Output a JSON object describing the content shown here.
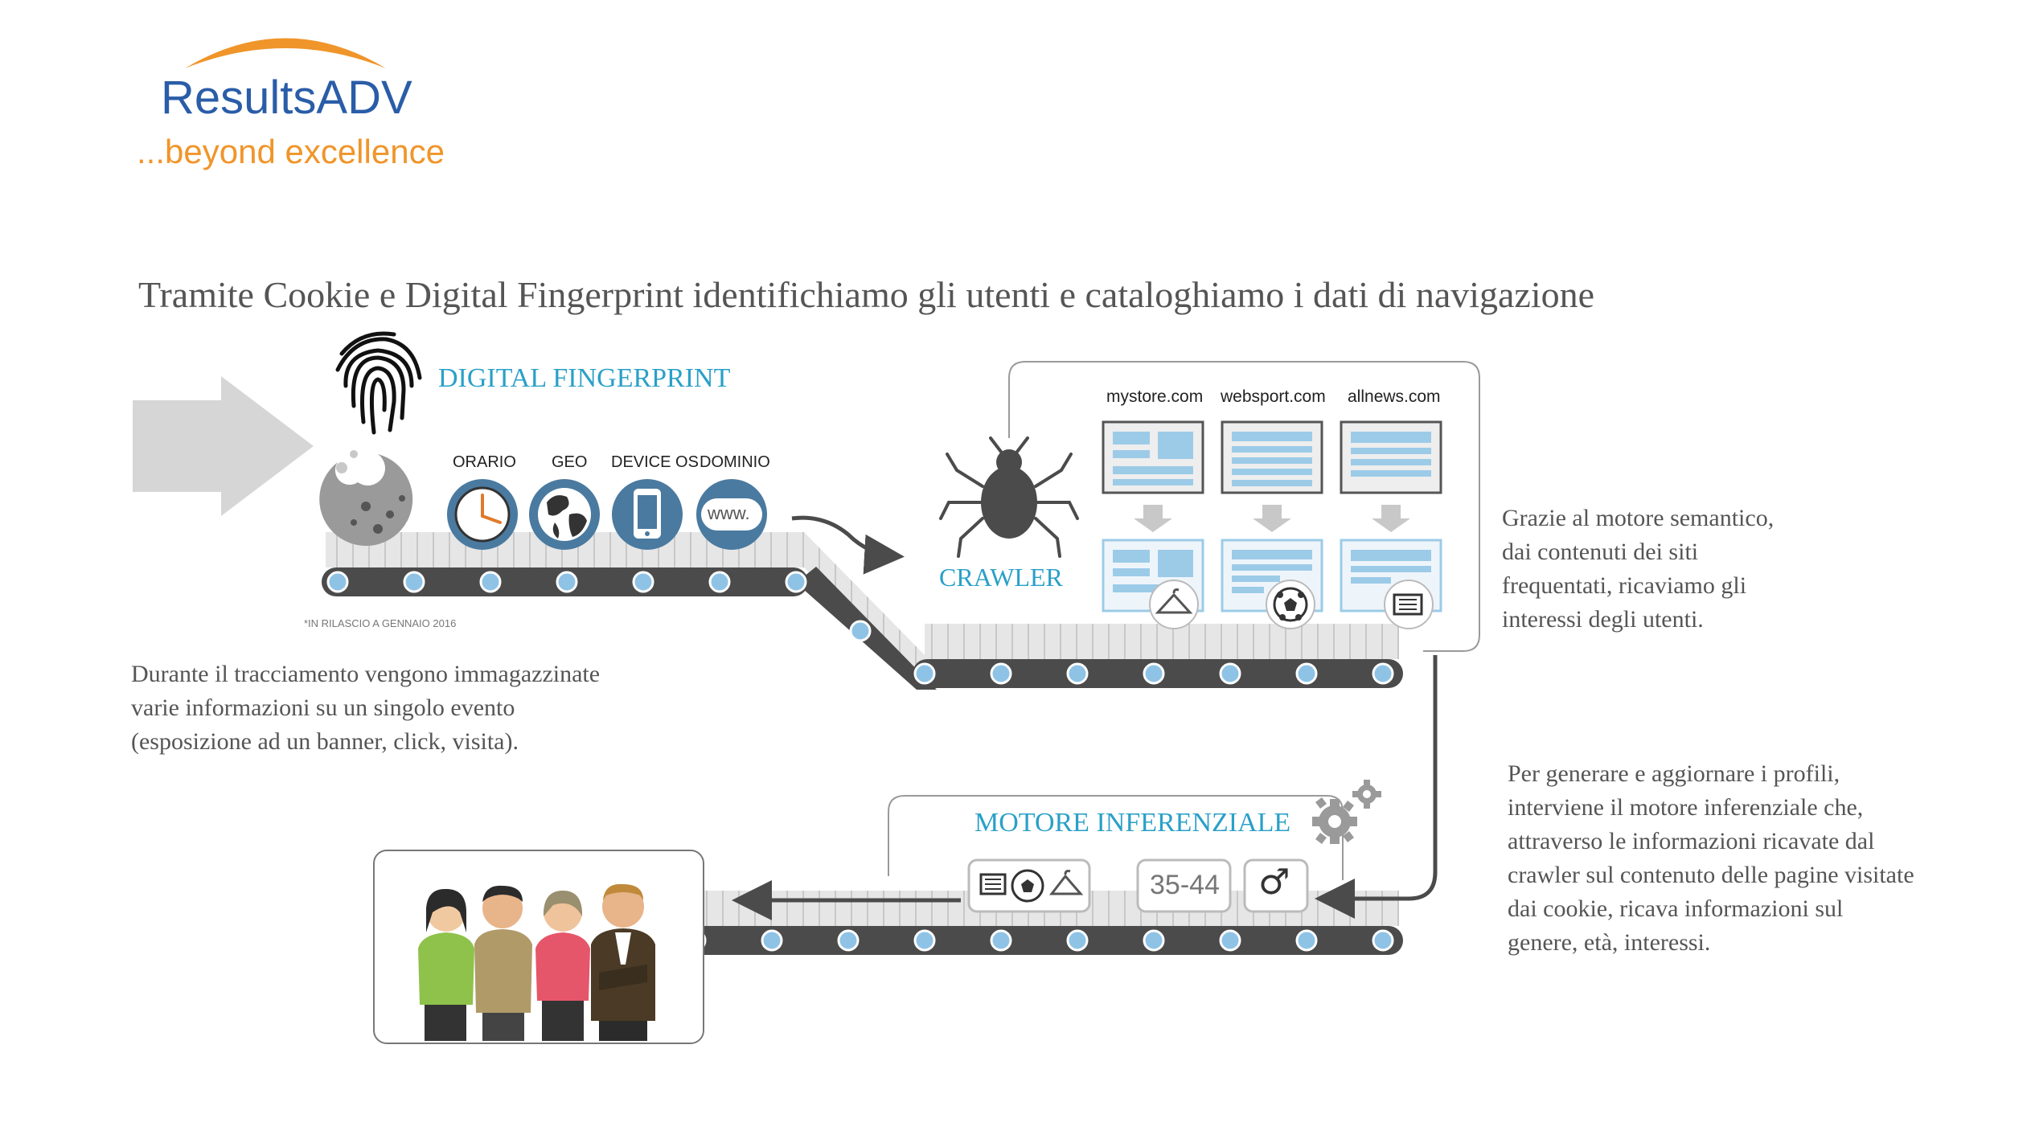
{
  "logo": {
    "name": "ResultsADV",
    "tagline": "...beyond excellence",
    "colors": {
      "name": "#2a5da8",
      "tagline": "#f0952a",
      "arc": "#f0952a"
    }
  },
  "headline": "Tramite Cookie e Digital Fingerprint identifichiamo gli utenti e cataloghiamo i dati di navigazione",
  "stages": {
    "fingerprint": {
      "title": "DIGITAL FINGERPRINT",
      "icon": "fingerprint-icon",
      "data_items": [
        {
          "label": "ORARIO",
          "icon": "clock-icon"
        },
        {
          "label": "GEO",
          "icon": "globe-icon"
        },
        {
          "label": "DEVICE OS",
          "icon": "smartphone-icon"
        },
        {
          "label": "DOMINIO",
          "icon": "www-icon",
          "glyph": "www."
        }
      ],
      "footnote": "*IN RILASCIO A GENNAIO 2016"
    },
    "crawler": {
      "title": "CRAWLER",
      "icon": "bug-icon",
      "sites": [
        {
          "name": "mystore.com",
          "category_icon": "hanger-icon"
        },
        {
          "name": "websport.com",
          "category_icon": "soccer-ball-icon"
        },
        {
          "name": "allnews.com",
          "category_icon": "newspaper-icon"
        }
      ]
    },
    "inference": {
      "title": "MOTORE INFERENZIALE",
      "icon": "gears-icon",
      "outputs": {
        "interests_icons": [
          "newspaper-icon",
          "soccer-ball-icon",
          "hanger-icon"
        ],
        "age": "35-44",
        "gender_icon": "male-symbol-icon",
        "gender_glyph": "♂"
      }
    },
    "users": {
      "icon": "people-group-icon"
    }
  },
  "descriptions": {
    "tracking": [
      "Durante il tracciamento vengono immagazzinate",
      "varie informazioni su un singolo evento",
      "(esposizione ad un banner, click, visita)."
    ],
    "semantic": [
      "Grazie al motore semantico,",
      "dai contenuti dei siti",
      "frequentati, ricaviamo gli",
      "interessi degli utenti."
    ],
    "inference": [
      "Per generare e aggiornare i profili,",
      "interviene il motore inferenziale che,",
      "attraverso le informazioni ricavate dal",
      "crawler sul contenuto delle pagine visitate",
      "dai cookie, ricava informazioni sul",
      "genere, età, interessi."
    ]
  },
  "colors": {
    "accent_blue": "#2aa0c8",
    "circle_blue": "#4a7aa0",
    "roller": "#8fc3e6",
    "belt_dark": "#4b4b4b",
    "belt_light": "#e4e4e4",
    "text_gray": "#555555"
  }
}
